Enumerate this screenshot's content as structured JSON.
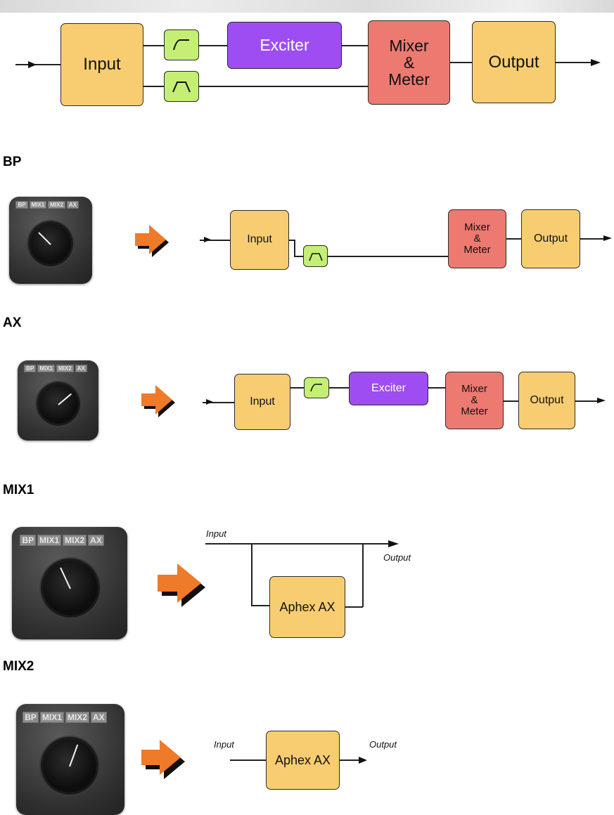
{
  "main_diagram": {
    "input_label": "Input",
    "exciter_label": "Exciter",
    "mixer_lines": [
      "Mixer",
      "&",
      "Meter"
    ],
    "output_label": "Output"
  },
  "knob_labels": [
    "BP",
    "MIX1",
    "MIX2",
    "AX"
  ],
  "sections": [
    {
      "title": "BP",
      "input_label": "Input",
      "mixer_lines": [
        "Mixer",
        "&",
        "Meter"
      ],
      "output_label": "Output"
    },
    {
      "title": "AX",
      "input_label": "Input",
      "exciter_label": "Exciter",
      "mixer_lines": [
        "Mixer",
        "&",
        "Meter"
      ],
      "output_label": "Output"
    },
    {
      "title": "MIX1",
      "input_label": "Input",
      "output_label": "Output",
      "processor_label": "Aphex AX"
    },
    {
      "title": "MIX2",
      "input_label": "Input",
      "output_label": "Output",
      "processor_label": "Aphex AX"
    }
  ],
  "colors": {
    "input_output": "#f8cd72",
    "exciter": "#9e4df2",
    "mixer": "#ec7a71",
    "filter": "#c4ef74",
    "selector_arrow": "#ee7a2a"
  }
}
